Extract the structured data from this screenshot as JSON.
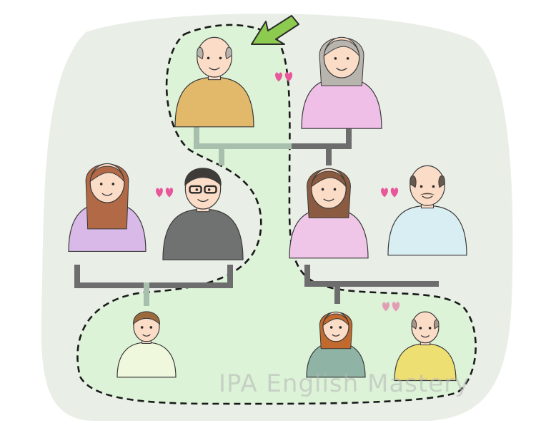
{
  "watermark": {
    "text": "IPA English Mastery"
  },
  "colors": {
    "background_blob": "#e9efe7",
    "highlight_region": "#dcf3d8",
    "connector": "#6d6d6d",
    "connector_highlight": "#a9bfae",
    "heart": "#e8579a",
    "arrow": "#8ccb4f",
    "skin": "#fadcc7"
  },
  "family": {
    "generation1": [
      {
        "role": "grandfather",
        "highlighted": true,
        "shirt": "#e2b86a",
        "hair": "#b9b3ad"
      },
      {
        "role": "grandmother",
        "highlighted": false,
        "shirt": "#f0bfe8",
        "hair": "#b8b4ae"
      }
    ],
    "generation2": [
      {
        "role": "aunt",
        "highlighted": false,
        "shirt": "#d8b9e8",
        "hair": "#b26a46"
      },
      {
        "role": "uncle",
        "highlighted": true,
        "shirt": "#707272",
        "hair": "#3f3b38"
      },
      {
        "role": "mother",
        "highlighted": true,
        "shirt": "#efc6e8",
        "hair": "#8a5a41"
      },
      {
        "role": "father",
        "highlighted": false,
        "shirt": "#d9eef2",
        "hair": "#6a5a4e"
      }
    ],
    "generation3": [
      {
        "role": "cousin",
        "highlighted": true,
        "shirt": "#eff7dc",
        "hair": "#9a6a3d"
      },
      {
        "role": "sister",
        "highlighted": true,
        "shirt": "#8fb4a5",
        "hair": "#c2692e"
      },
      {
        "role": "self",
        "highlighted": true,
        "shirt": "#eedf73",
        "hair": "#a89488"
      }
    ]
  }
}
